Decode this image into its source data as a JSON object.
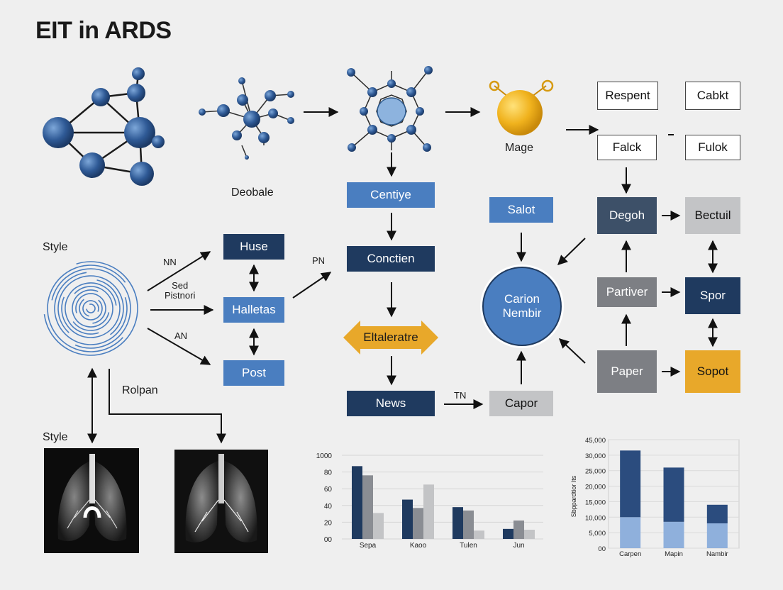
{
  "title": "EIT in ARDS",
  "labels": {
    "deobale": "Deobale",
    "style_1": "Style",
    "style_2": "Style",
    "mage": "Mage",
    "nn": "NN",
    "sed_pistnori": "Sed\nPistnori",
    "an": "AN",
    "rolpan": "Rolpan",
    "pn": "PN",
    "tn": "TN"
  },
  "boxes": {
    "respent": "Respent",
    "cabkt": "Cabkt",
    "falck": "Falck",
    "fulok": "Fulok",
    "huse": "Huse",
    "halletas": "Halletas",
    "post": "Post",
    "centiye": "Centiye",
    "conctien": "Conctien",
    "eltaleratre": "Eltaleratre",
    "news": "News",
    "salot": "Salot",
    "carion_nembir": "Carion\nNembir",
    "capor": "Capor",
    "degoh": "Degoh",
    "bectuil": "Bectuil",
    "partiver": "Partiver",
    "spor": "Spor",
    "paper": "Paper",
    "sopot": "Sopot"
  },
  "colors": {
    "navy": "#1f3a5f",
    "blue": "#4a7ec0",
    "gold": "#e8a82a",
    "grey": "#7d7f84",
    "light_bar": "#8fb0dc"
  },
  "chart_data": [
    {
      "type": "bar",
      "categories": [
        "Sepa",
        "Kaoo",
        "Tulen",
        "Jun"
      ],
      "yticks": [
        "00",
        "20",
        "40",
        "60",
        "80",
        "1000"
      ],
      "ylim": [
        0,
        100
      ],
      "series": [
        {
          "values": [
            87,
            47,
            38,
            12
          ]
        },
        {
          "values": [
            76,
            37,
            34,
            22
          ]
        },
        {
          "values": [
            31,
            65,
            10,
            11
          ]
        }
      ]
    },
    {
      "type": "bar",
      "stacked": true,
      "categories": [
        "Carpen",
        "Mapin",
        "Nambir"
      ],
      "ylabel": "Sbppardtior Its",
      "yticks": [
        "00",
        "5,000",
        "10,000",
        "15,000",
        "20,000",
        "25,000",
        "30,000",
        "45,000"
      ],
      "ylim": [
        0,
        35000
      ],
      "series": [
        {
          "values": [
            10000,
            8500,
            8000
          ]
        },
        {
          "values": [
            21500,
            17500,
            6000
          ]
        }
      ]
    }
  ]
}
